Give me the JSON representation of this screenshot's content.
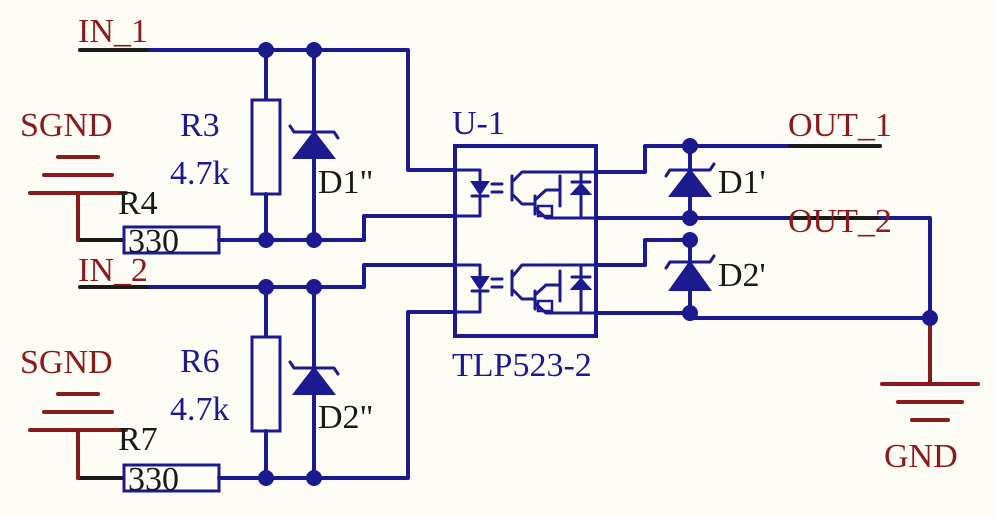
{
  "nets": {
    "in1": "IN_1",
    "in2": "IN_2",
    "sgnd1": "SGND",
    "sgnd2": "SGND",
    "out1": "OUT_1",
    "out2": "OUT_2",
    "gnd": "GND"
  },
  "components": {
    "r3": {
      "ref": "R3",
      "value": "4.7k"
    },
    "r4": {
      "ref": "R4",
      "value": "330"
    },
    "r6": {
      "ref": "R6",
      "value": "4.7k"
    },
    "r7": {
      "ref": "R7",
      "value": "330"
    },
    "d1_in": {
      "ref": "D1\""
    },
    "d2_in": {
      "ref": "D2\""
    },
    "d1_out": {
      "ref": "D1'"
    },
    "d2_out": {
      "ref": "D2'"
    },
    "u1": {
      "ref": "U-1",
      "part": "TLP523-2"
    }
  },
  "colors": {
    "wire": "#1b1b8f",
    "net_label": "#8b1a1a",
    "pin": "#1a1a1a",
    "background": "#fdfcf5"
  }
}
